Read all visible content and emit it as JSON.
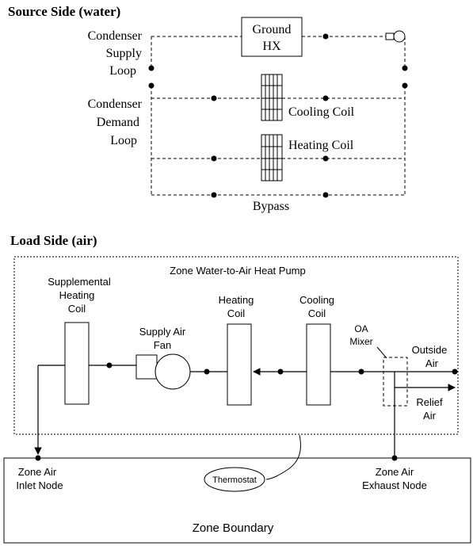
{
  "source_side": {
    "title": "Source Side (water)",
    "supply_loop_label": [
      "Condenser",
      "Supply",
      "Loop"
    ],
    "demand_loop_label": [
      "Condenser",
      "Demand",
      "Loop"
    ],
    "ground_hx_label": [
      "Ground",
      "HX"
    ],
    "cooling_coil_label": "Cooling Coil",
    "heating_coil_label": "Heating Coil",
    "bypass_label": "Bypass"
  },
  "load_side": {
    "title": "Load Side (air)",
    "heat_pump_label": "Zone Water-to-Air Heat Pump",
    "supplemental_coil_label": [
      "Supplemental",
      "Heating",
      "Coil"
    ],
    "supply_fan_label": [
      "Supply Air",
      "Fan"
    ],
    "heating_coil_label": [
      "Heating",
      "Coil"
    ],
    "cooling_coil_label": [
      "Cooling",
      "Coil"
    ],
    "oa_mixer_label": [
      "OA",
      "Mixer"
    ],
    "outside_air_label": [
      "Outside",
      "Air"
    ],
    "relief_air_label": [
      "Relief",
      "Air"
    ],
    "inlet_node_label": [
      "Zone Air",
      "Inlet Node"
    ],
    "exhaust_node_label": [
      "Zone Air",
      "Exhaust Node"
    ],
    "thermostat_label": "Thermostat",
    "zone_boundary_label": "Zone Boundary"
  }
}
